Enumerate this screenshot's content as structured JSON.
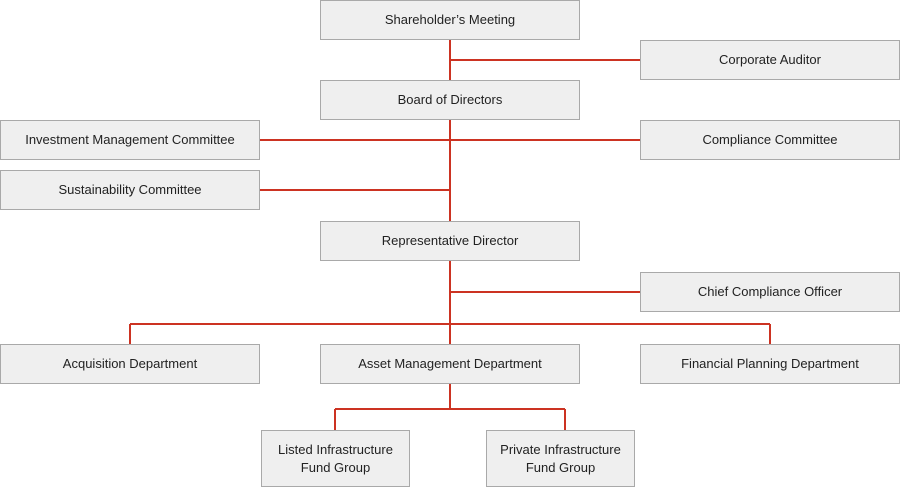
{
  "org_chart": {
    "shareholders_meeting": "Shareholder’s Meeting",
    "corporate_auditor": "Corporate Auditor",
    "board_of_directors": "Board of Directors",
    "investment_management_committee": "Investment Management Committee",
    "compliance_committee": "Compliance Committee",
    "sustainability_committee": "Sustainability Committee",
    "representative_director": "Representative Director",
    "chief_compliance_officer": "Chief Compliance Officer",
    "acquisition_department": "Acquisition Department",
    "asset_management_department": "Asset Management Department",
    "financial_planning_department": "Financial Planning Department",
    "listed_infrastructure_fund_group": "Listed Infrastructure\nFund Group",
    "private_infrastructure_fund_group": "Private Infrastructure\nFund Group"
  },
  "colors": {
    "connector": "#cc3322",
    "box_fill": "#efefef",
    "box_border": "#a9a9a9"
  }
}
